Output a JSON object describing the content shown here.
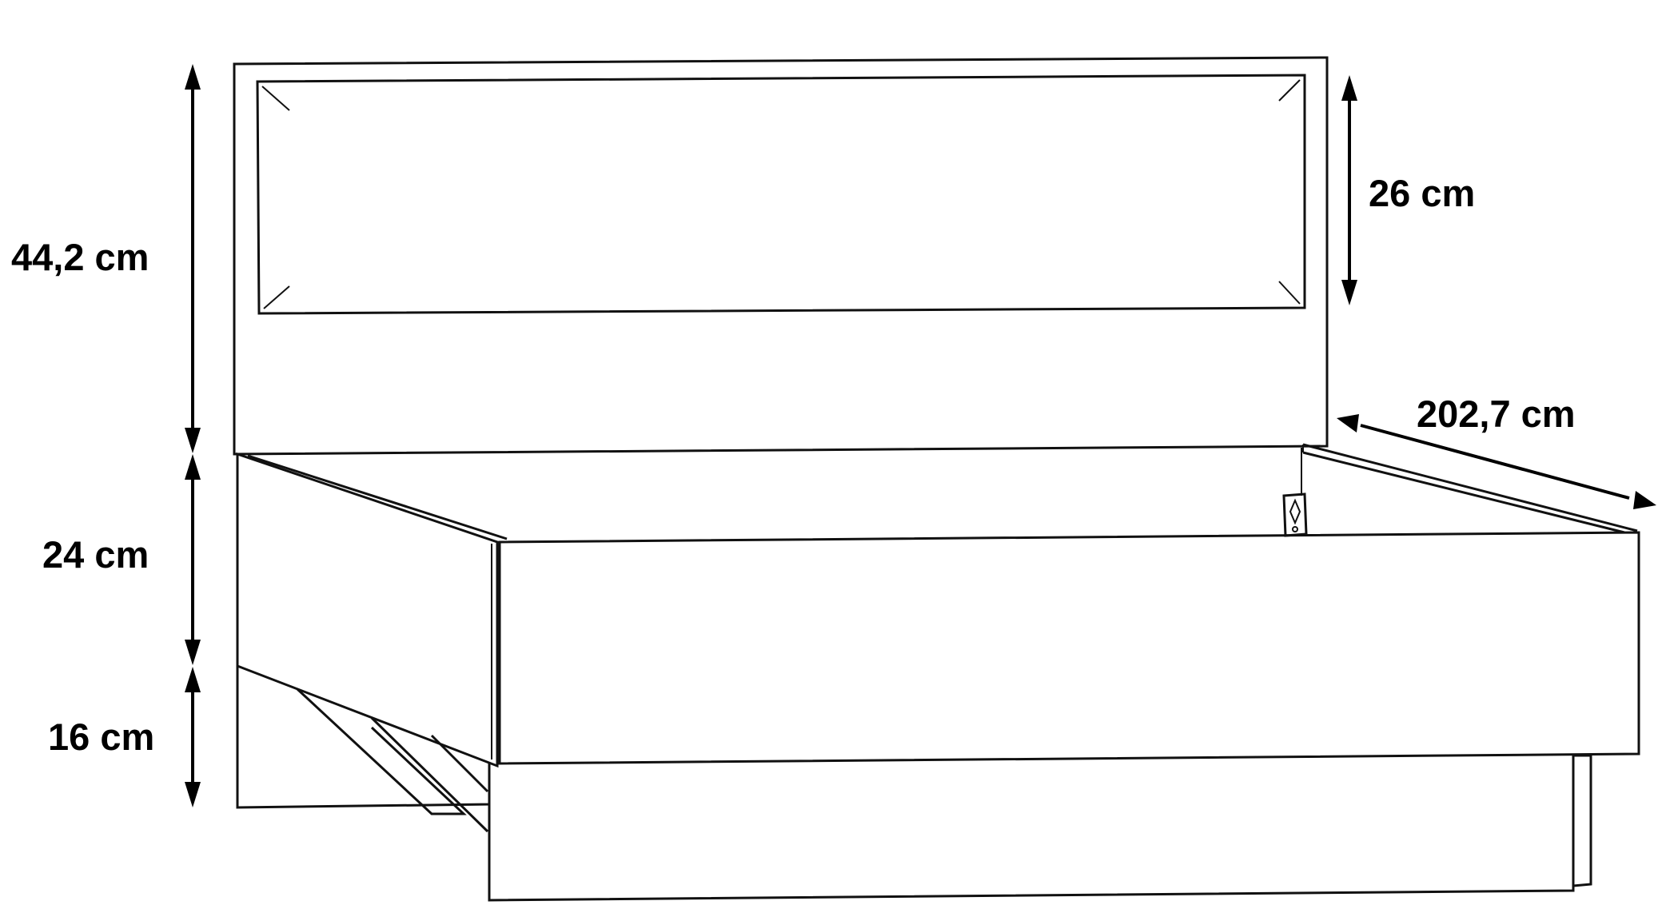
{
  "dimensions": {
    "headboard_total_height": "44,2 cm",
    "headboard_panel_height": "26 cm",
    "frame_height": "24 cm",
    "leg_height": "16 cm",
    "bed_length": "202,7 cm"
  },
  "colors": {
    "line": "#111111",
    "background": "#ffffff"
  }
}
